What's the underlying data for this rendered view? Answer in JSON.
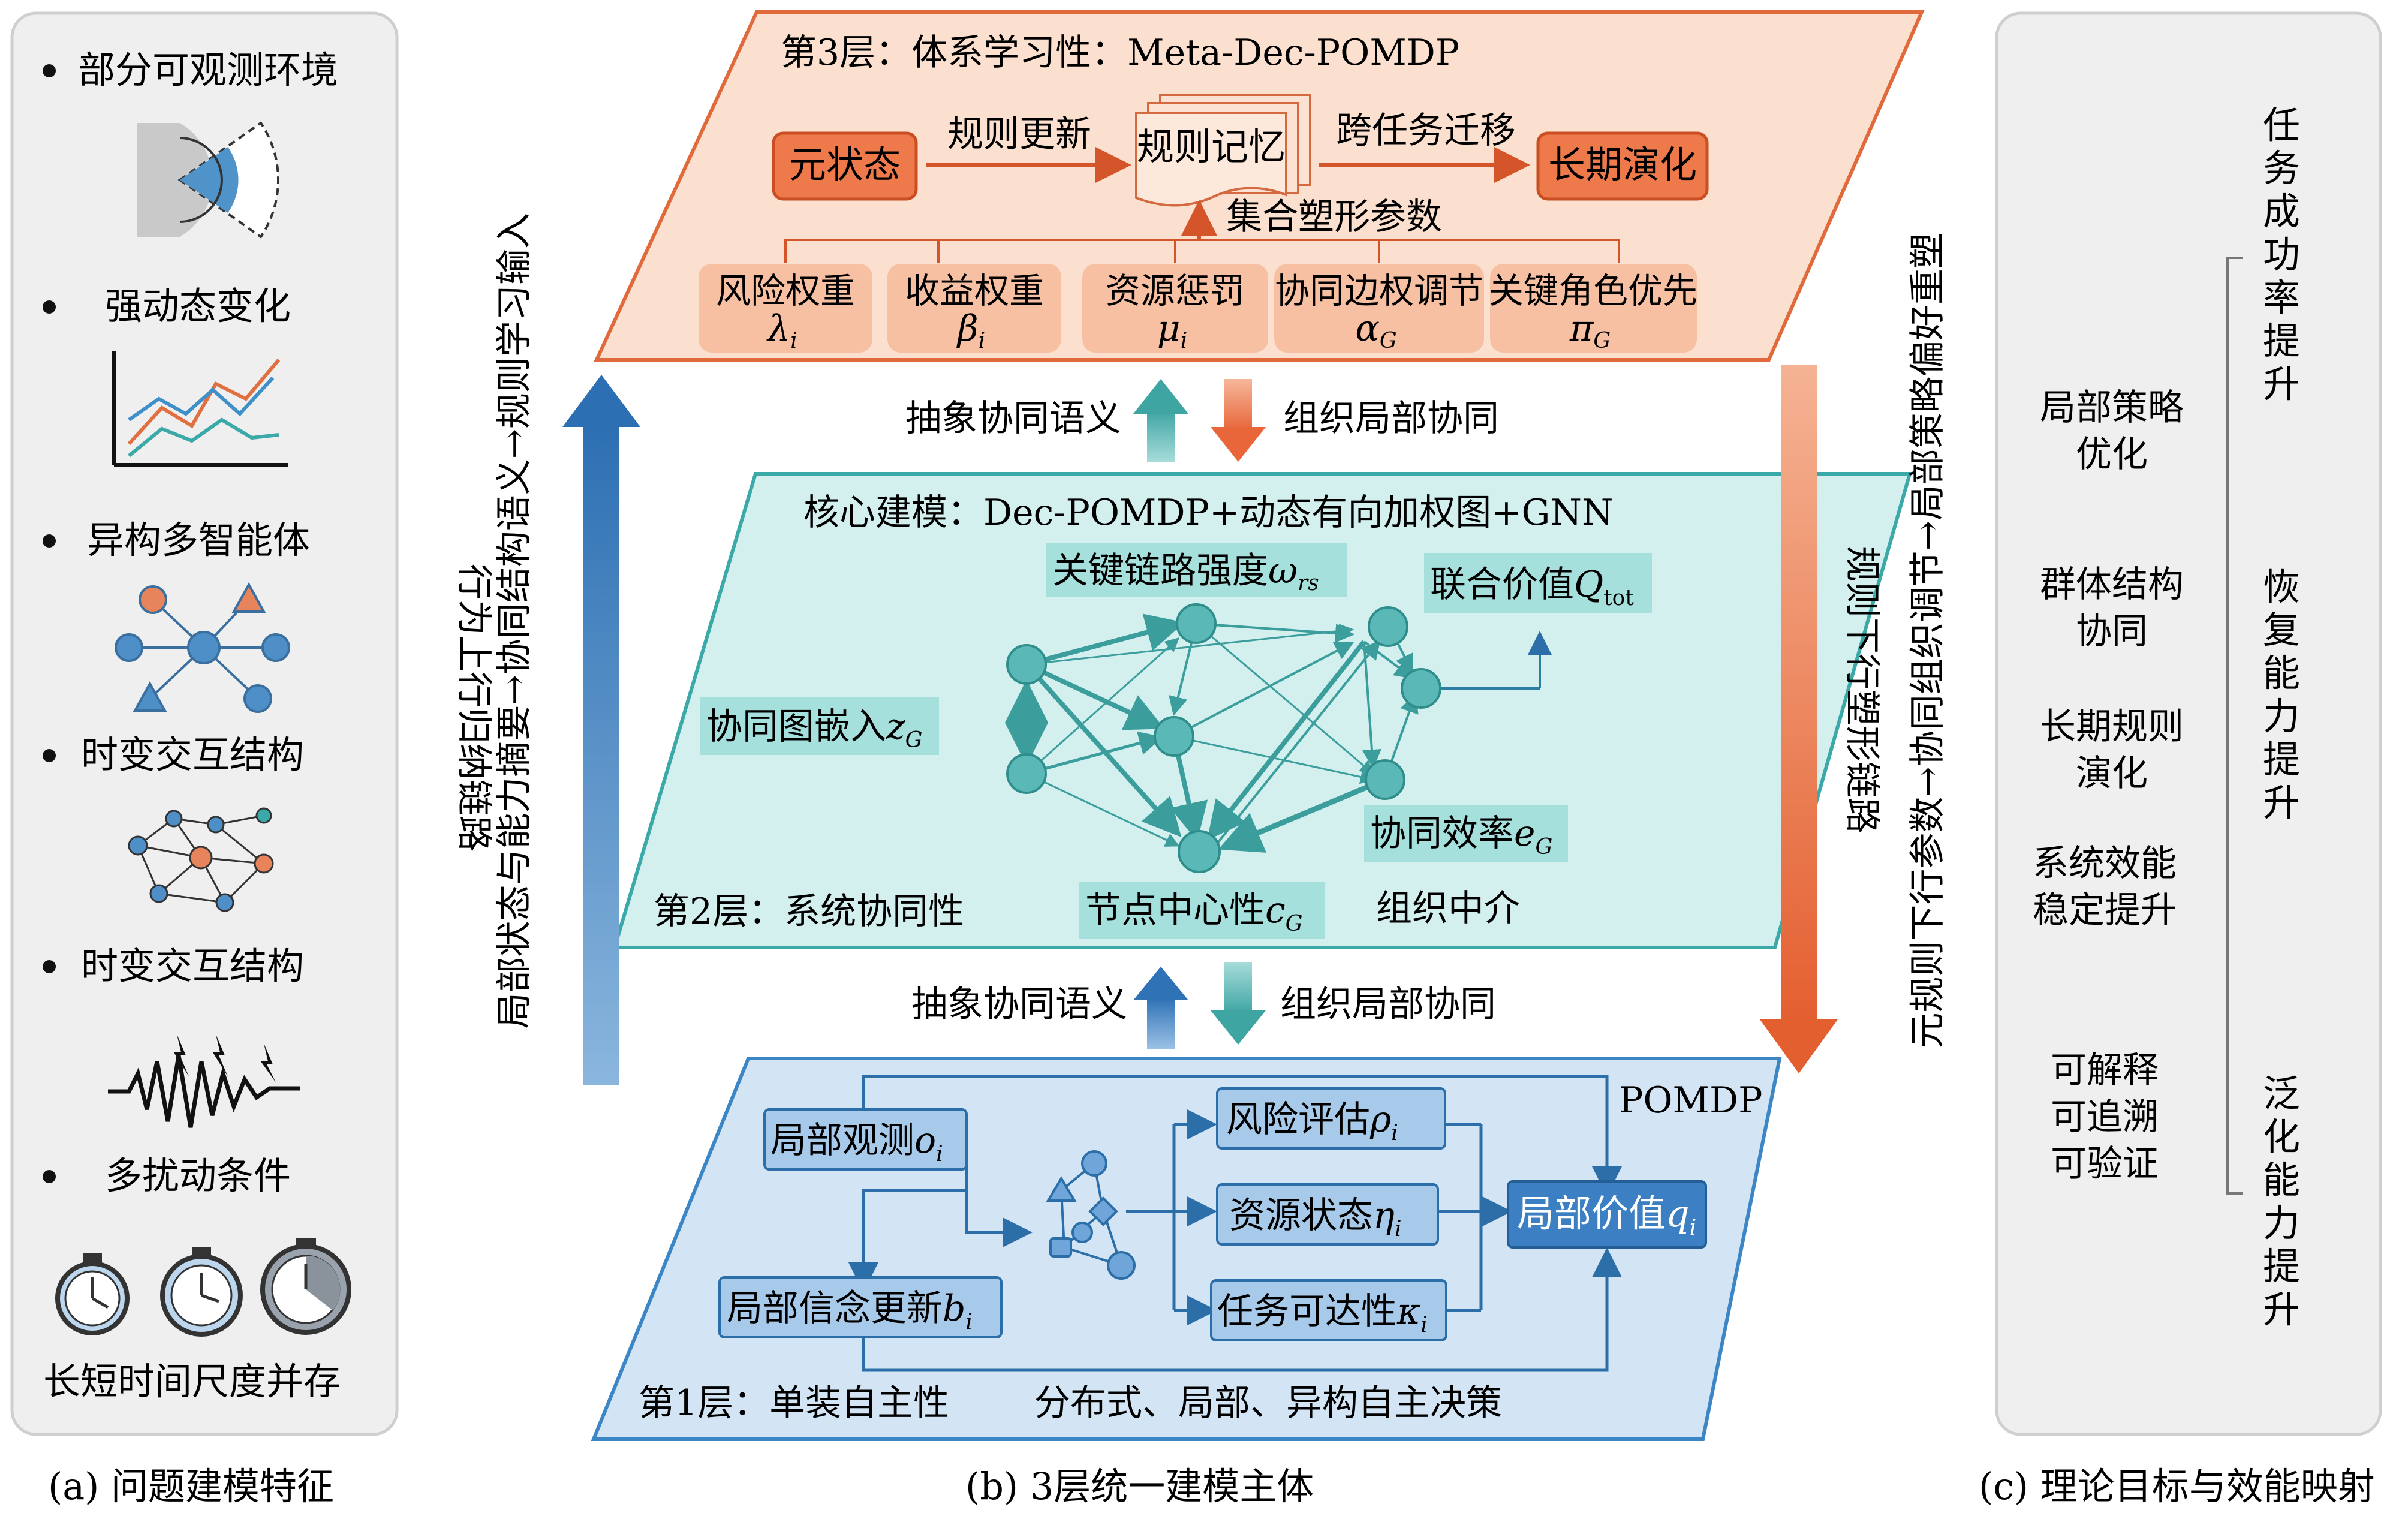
{
  "panel_a": {
    "items": [
      "部分可观测环境",
      "强动态变化",
      "异构多智能体",
      "时变交互结构",
      "时变交互结构",
      "多扰动条件"
    ],
    "footer": "长短时间尺度并存",
    "caption": "(a) 问题建模特征"
  },
  "panel_b": {
    "caption": "(b) 3层统一建模主体",
    "layer3": {
      "title": "第3层：体系学习性：Meta-Dec-POMDP",
      "meta_state": "元状态",
      "rule_update": "规则更新",
      "rule_memory": "规则记忆",
      "cross_task": "跨任务迁移",
      "long_term": "长期演化",
      "ensemble": "集合塑形参数",
      "params": [
        {
          "name": "风险权重",
          "sym": "λ",
          "sub": "i"
        },
        {
          "name": "收益权重",
          "sym": "β",
          "sub": "i"
        },
        {
          "name": "资源惩罚",
          "sym": "μ",
          "sub": "i"
        },
        {
          "name": "协同边权调节",
          "sym": "α",
          "sub": "G"
        },
        {
          "name": "关键角色优先",
          "sym": "π",
          "sub": "G"
        }
      ]
    },
    "between_32": {
      "up": "抽象协同语义",
      "down": "组织局部协同"
    },
    "layer2": {
      "title": "核心建模：Dec-POMDP+动态有向加权图+GNN",
      "link_strength": "关键链路强度",
      "link_strength_sym": "ω",
      "link_strength_sub": "rs",
      "joint_value": "联合价值",
      "joint_value_sym": "Q",
      "joint_value_sub": "tot",
      "graph_embed": "协同图嵌入",
      "graph_embed_sym": "z",
      "graph_embed_sub": "G",
      "efficiency": "协同效率",
      "efficiency_sym": "e",
      "efficiency_sub": "G",
      "centrality": "节点中心性",
      "centrality_sym": "c",
      "centrality_sub": "G",
      "mediator": "组织中介",
      "footer": "第2层：系统协同性"
    },
    "between_21": {
      "up": "抽象协同语义",
      "down": "组织局部协同"
    },
    "layer1": {
      "pomdp": "POMDP",
      "obs": "局部观测",
      "obs_sym": "o",
      "obs_sub": "i",
      "belief": "局部信念更新",
      "belief_sym": "b",
      "belief_sub": "i",
      "risk": "风险评估",
      "risk_sym": "ρ",
      "risk_sub": "i",
      "resource": "资源状态",
      "resource_sym": "η",
      "resource_sub": "i",
      "reach": "任务可达性",
      "reach_sym": "κ",
      "reach_sub": "i",
      "local_value": "局部价值",
      "local_value_sym": "q",
      "local_value_sub": "i",
      "footer_left": "第1层：单装自主性",
      "footer_right": "分布式、局部、异构自主决策"
    },
    "left_arrow": {
      "label_a": "行为上行归纳链路",
      "label_b": "局部状态与能力摘要→协同结构语义→规则学习输入"
    },
    "right_arrow": {
      "label_a": "规则下行塑形链路",
      "label_b": "元规则下行参数→协同组织调节→局部策略偏好重塑"
    }
  },
  "panel_c": {
    "caption": "(c) 理论目标与效能映射",
    "left": [
      "局部策略\n优化",
      "群体结构\n协同",
      "长期规则\n演化",
      "系统效能\n稳定提升",
      "可解释\n可追溯\n可验证"
    ],
    "right": [
      "任务成功率提升",
      "恢复能力提升",
      "泛化能力提升"
    ]
  },
  "colors": {
    "layer3_fill": "#fcdcc8",
    "layer3_stroke": "#e06a3b",
    "layer3_box": "#f08456",
    "layer2_fill": "#d6f1f1",
    "layer2_stroke": "#3aa9a8",
    "layer1_fill": "#d4e6f6",
    "layer1_stroke": "#3d86c6",
    "up_arrow": "#2c74b8",
    "down_arrow": "#e8663a"
  }
}
